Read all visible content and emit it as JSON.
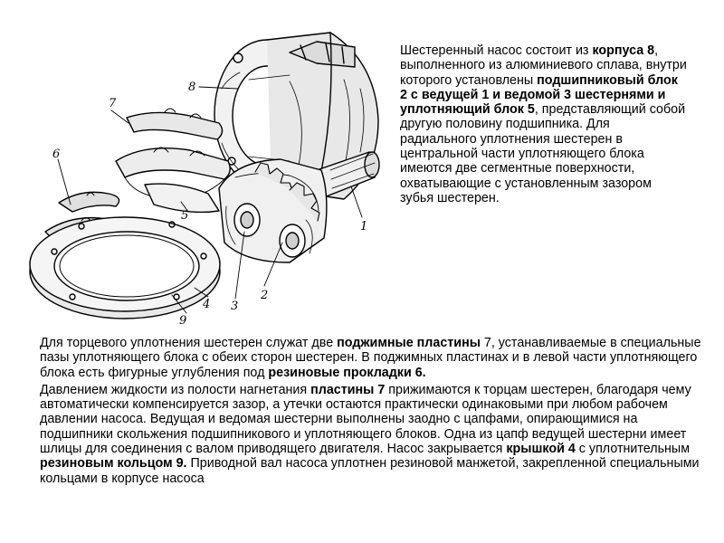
{
  "figure": {
    "callouts": {
      "c1": "1",
      "c2": "2",
      "c3": "3",
      "c4": "4",
      "c5": "5",
      "c6": "6",
      "c7": "7",
      "c8": "8",
      "c9": "9"
    }
  },
  "right_text": [
    {
      "text": "Шестеренный насос состоит из ",
      "bold": false
    },
    {
      "text": "корпуса 8",
      "bold": true
    },
    {
      "text": ", выполненного из алюминиевого сплава, внутри которого установлены ",
      "bold": false
    },
    {
      "text": "подшипниковый блок 2 с ведущей 1 и ведомой 3 шестернями и уплотняющий блок 5",
      "bold": true
    },
    {
      "text": ", представляющий собой другую половину подшипника. Для радиального уплотнения шестерен в центральной части уплотняющего блока имеются две сегментные поверхности, охватывающие с установленным зазором зубья шестерен.",
      "bold": false
    }
  ],
  "bottom_paragraphs": [
    [
      {
        "text": "Для торцевого уплотнения шестерен служат две ",
        "bold": false
      },
      {
        "text": "поджимные пластины",
        "bold": true
      },
      {
        "text": " 7, устанавливаемые в специальные пазы уплотняющего блока с обеих сторон шестерен. В поджимных пластинах и в левой части уплотняющего блока есть фигурные углубления под ",
        "bold": false
      },
      {
        "text": "резиновые прокладки 6.",
        "bold": true
      }
    ],
    [
      {
        "text": "Давлением жидкости из полости нагнетания ",
        "bold": false
      },
      {
        "text": "пластины 7",
        "bold": true
      },
      {
        "text": " прижимаются к торцам шестерен, благодаря чему автоматически компенсируется зазор, а утечки остаются практически одинаковыми при любом рабочем давлении насоса. Ведущая и ведомая шестерни выполнены заодно с цапфами, опирающимися на подшипники скольжения подшипникового и уплотняющего блоков. Одна из цапф ведущей шестерни имеет шлицы для соединения с валом приводящего двигателя. Насос закрывается ",
        "bold": false
      },
      {
        "text": "крышкой 4",
        "bold": true
      },
      {
        "text": " с уплотнительным ",
        "bold": false
      },
      {
        "text": "резиновым кольцом 9.",
        "bold": true
      },
      {
        "text": " Приводной вал насоса уплотнен резиновой манжетой, закрепленной специальными кольцами в корпусе насоса",
        "bold": false
      }
    ]
  ]
}
